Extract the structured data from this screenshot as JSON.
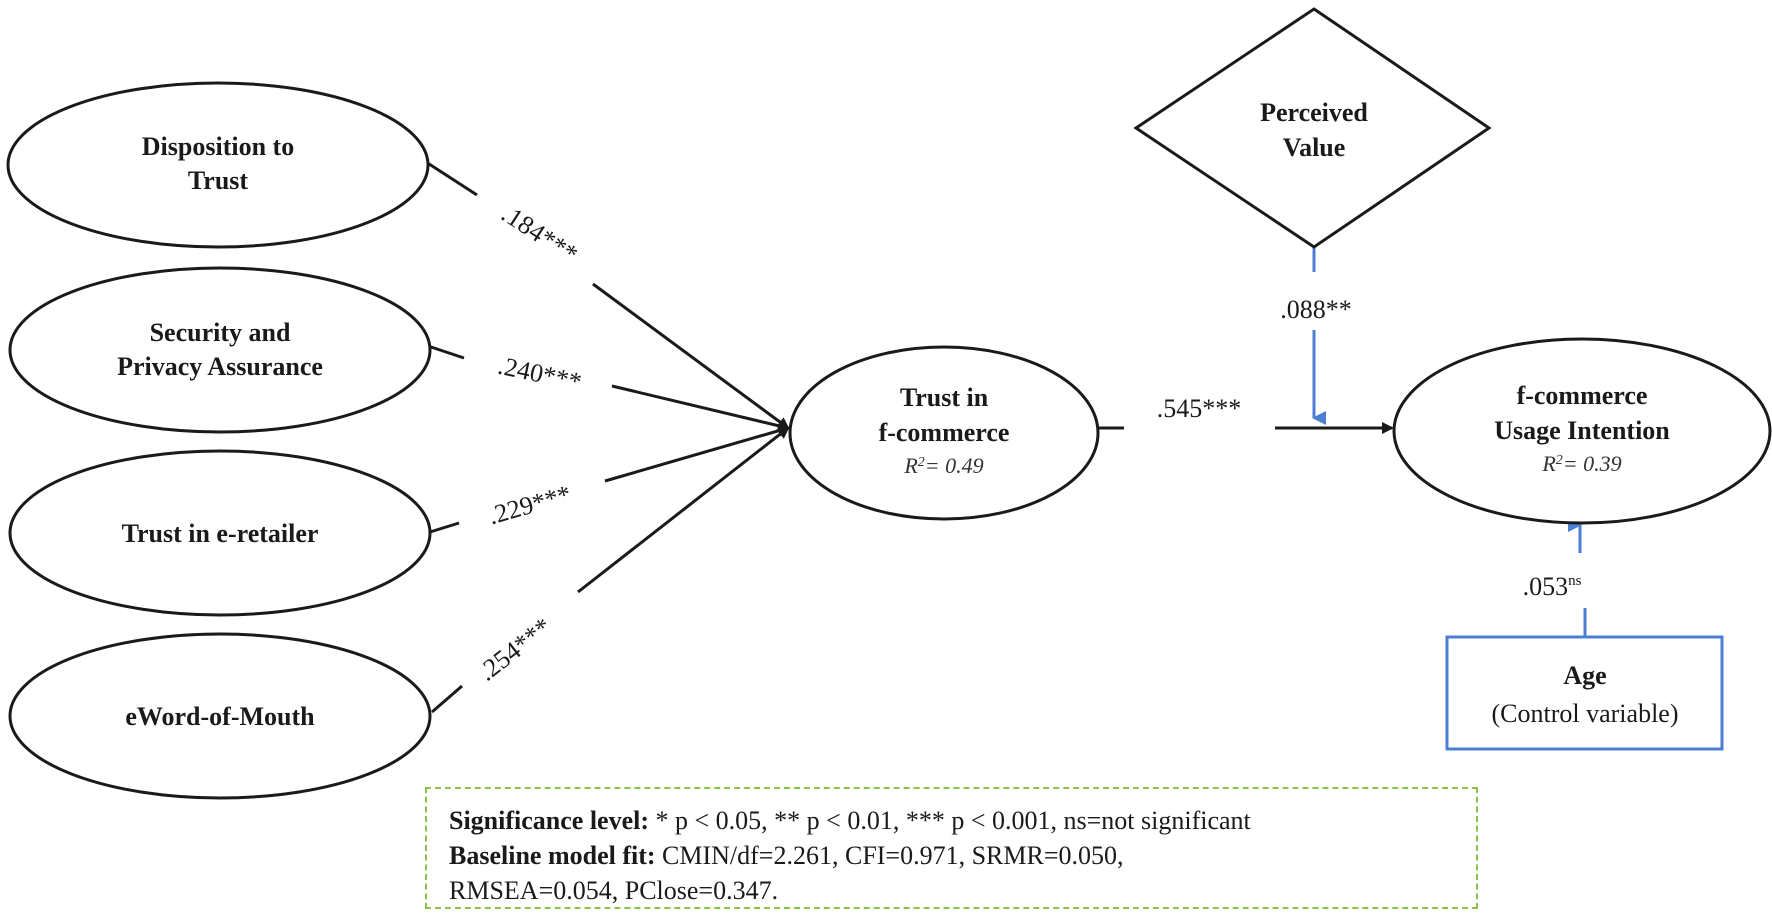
{
  "nodes": {
    "disposition": {
      "line1": "Disposition to",
      "line2": "Trust"
    },
    "security": {
      "line1": "Security and",
      "line2": "Privacy Assurance"
    },
    "eretailer": {
      "line1": "Trust in e-retailer"
    },
    "ewom": {
      "line1": "eWord-of-Mouth"
    },
    "trust_fc": {
      "line1": "Trust in",
      "line2": "f-commerce",
      "r2_label": "R",
      "r2_sup": "2",
      "r2_value": "= 0.49"
    },
    "intention": {
      "line1": "f-commerce",
      "line2": "Usage Intention",
      "r2_label": "R",
      "r2_sup": "2",
      "r2_value": "= 0.39"
    },
    "perceived_value": {
      "line1": "Perceived",
      "line2": "Value"
    },
    "age": {
      "line1": "Age",
      "line2": "(Control variable)"
    }
  },
  "paths": {
    "disposition_trust": ".184***",
    "security_trust": ".240***",
    "eretailer_trust": ".229***",
    "ewom_trust": ".254***",
    "trust_intention": ".545***",
    "value_moderation": ".088**",
    "age_intention": ".053",
    "age_intention_sup": "ns"
  },
  "legend": {
    "sig_label": "Significance level:",
    "sig_text": " * p < 0.05, ** p < 0.01, *** p < 0.001, ns=not significant",
    "fit_label": "Baseline model fit:",
    "fit_text": " CMIN/df=2.261, CFI=0.971, SRMR=0.050,",
    "fit_text2": "RMSEA=0.054, PClose=0.347."
  },
  "colors": {
    "black_line": "#1a1a1a",
    "blue_line": "#4a7fd4",
    "legend_border": "#8bc34a"
  }
}
